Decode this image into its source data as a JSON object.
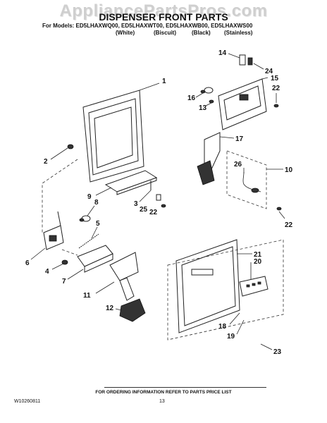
{
  "watermark": "AppliancePartsPros.com",
  "title": "DISPENSER FRONT PARTS",
  "models_line": "For Models: ED5LHAXWQ00, ED5LHAXWT00, ED5LHAXWB00, ED5LHAXWS00",
  "colors": [
    "(White)",
    "(Biscuit)",
    "(Black)",
    "(Stainless)"
  ],
  "callouts": {
    "c1": "1",
    "c2": "2",
    "c3": "3",
    "c4": "4",
    "c5": "5",
    "c6": "6",
    "c7": "7",
    "c8": "8",
    "c9": "9",
    "c10": "10",
    "c11": "11",
    "c12": "12",
    "c13": "13",
    "c14": "14",
    "c15": "15",
    "c16": "16",
    "c17": "17",
    "c18": "18",
    "c19": "19",
    "c20": "20",
    "c21": "21",
    "c22a": "22",
    "c22b": "22",
    "c22c": "22",
    "c23": "23",
    "c24": "24",
    "c25": "25",
    "c26": "26"
  },
  "footer": "FOR ORDERING INFORMATION REFER TO PARTS PRICE LIST",
  "doc_id": "W10260811",
  "page_number": "13"
}
